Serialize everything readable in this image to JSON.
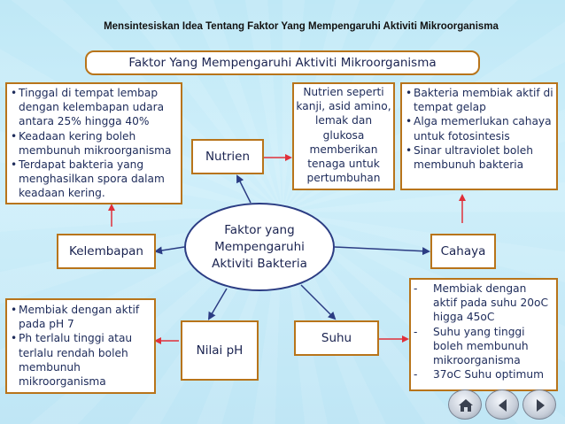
{
  "slide_title": "Mensintesiskan Idea Tentang Faktor Yang Mempengaruhi Aktiviti Mikroorganisma",
  "subtitle": "Faktor Yang Mempengaruhi Aktiviti Mikroorganisma",
  "center": {
    "line1": "Faktor yang",
    "line2": "Mempengaruhi",
    "line3": "Aktiviti Bakteria"
  },
  "factors": {
    "nutrien": "Nutrien",
    "kelembapan": "Kelembapan",
    "cahaya": "Cahaya",
    "nilai_ph": "Nilai pH",
    "suhu": "Suhu"
  },
  "kelembapan_notes": [
    "Tinggal di tempat lembap dengan kelembapan udara antara 25% hingga 40%",
    "Keadaan kering boleh membunuh mikroorganisma",
    "Terdapat bakteria yang menghasilkan spora dalam keadaan kering."
  ],
  "nutrien_notes": [
    "Nutrien seperti",
    "kanji, asid amino,",
    "lemak dan",
    "glukosa",
    "memberikan",
    "tenaga untuk",
    "pertumbuhan"
  ],
  "cahaya_notes": [
    "Bakteria membiak aktif di tempat gelap",
    "Alga memerlukan cahaya untuk fotosintesis",
    "Sinar ultraviolet boleh membunuh bakteria"
  ],
  "ph_notes": [
    "Membiak dengan aktif pada pH 7",
    "Ph terlalu tinggi atau terlalu rendah boleh membunuh mikroorganisma"
  ],
  "suhu_notes": [
    "Membiak dengan aktif pada suhu 20oC higga 45oC",
    "Suhu yang tinggi boleh membunuh mikroorganisma",
    "37oC Suhu optimum"
  ],
  "icons": [
    "home-icon",
    "back-arrow-icon",
    "forward-arrow-icon"
  ],
  "colors": {
    "arrow": "#e0303a",
    "center_line": "#2b3c83",
    "box_border": "#b8741a"
  }
}
